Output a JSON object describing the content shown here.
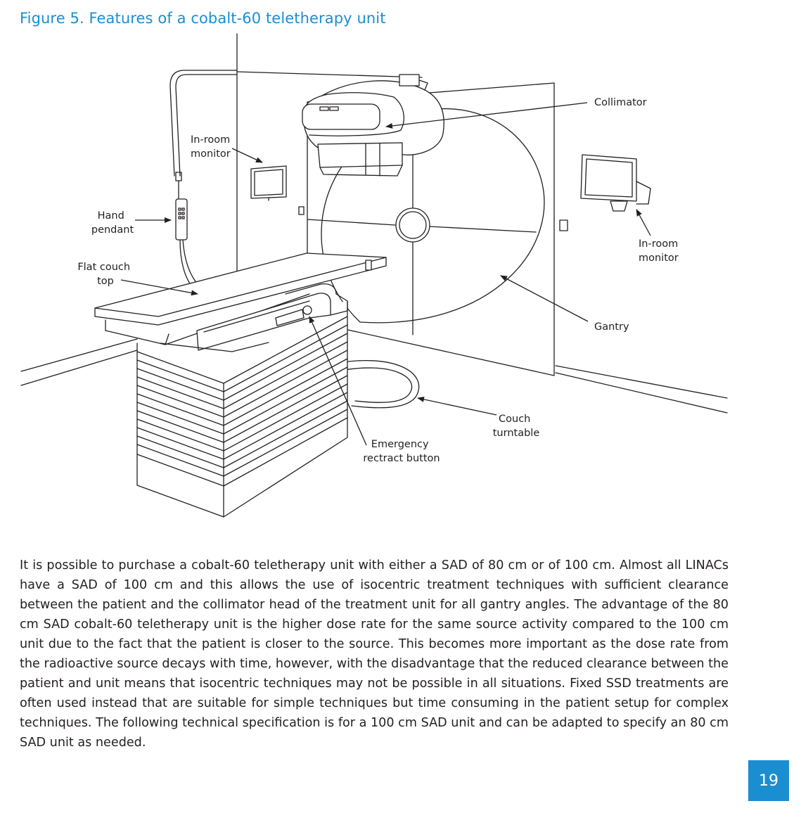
{
  "figure": {
    "title": "Figure 5. Features of a cobalt-60 teletherapy unit",
    "labels": {
      "collimator": "Collimator",
      "in_room_monitor_left": [
        "In-room",
        "monitor"
      ],
      "in_room_monitor_right": [
        "In-room",
        "monitor"
      ],
      "hand_pendant": [
        "Hand",
        "pendant"
      ],
      "flat_couch_top": [
        "Flat couch",
        "top"
      ],
      "gantry": "Gantry",
      "couch_turntable": [
        "Couch",
        "turntable"
      ],
      "emergency_retract_button": [
        "Emergency",
        "rectract button"
      ]
    }
  },
  "body": {
    "paragraph": "It is possible to purchase a cobalt-60 teletherapy unit with either a SAD of 80 cm or of 100 cm. Almost all LINACs have a SAD of 100 cm and this allows the use of isocentric treatment techniques with sufficient clearance between the patient and the collimator head of the treatment unit for all gantry angles. The advantage of the 80 cm SAD cobalt-60 teletherapy unit is the higher dose rate for the same source activity compared to the 100 cm unit due to the fact that the patient is closer to the source. This becomes more important as the dose rate from the radioactive source decays with time, however, with the disadvantage that the reduced clearance between the patient and unit means that isocentric techniques may not be possible in all situations. Fixed SSD treatments are often used instead that are suitable for simple techniques but time consuming in the patient setup for complex techniques. The following technical specification is for a 100 cm SAD unit and can be adapted to specify an 80 cm SAD unit as needed."
  },
  "page_number": "19",
  "colors": {
    "accent": "#1b8ed1",
    "text": "#231f20"
  }
}
